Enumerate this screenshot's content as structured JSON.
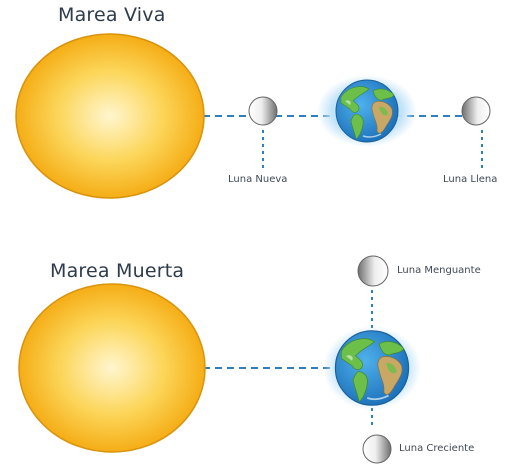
{
  "sections": {
    "spring": {
      "title": "Marea Viva",
      "moon_new_label": "Luna Nueva",
      "moon_full_label": "Luna Llena"
    },
    "neap": {
      "title": "Marea Muerta",
      "moon_waning_label": "Luna Menguante",
      "moon_waxing_label": "Luna Creciente"
    }
  },
  "colors": {
    "sun_center": "#fff6cf",
    "sun_edge": "#f5ad16",
    "sun_outline": "#d9930c",
    "ocean": "#2a90d9",
    "land": "#6cc04a",
    "land_dry": "#c9a866",
    "earth_halo": "#bfe2f7",
    "dashed_line": "#2e7fbf",
    "moon_light": "#f3f3f3",
    "moon_dark": "#7b7b7b"
  }
}
